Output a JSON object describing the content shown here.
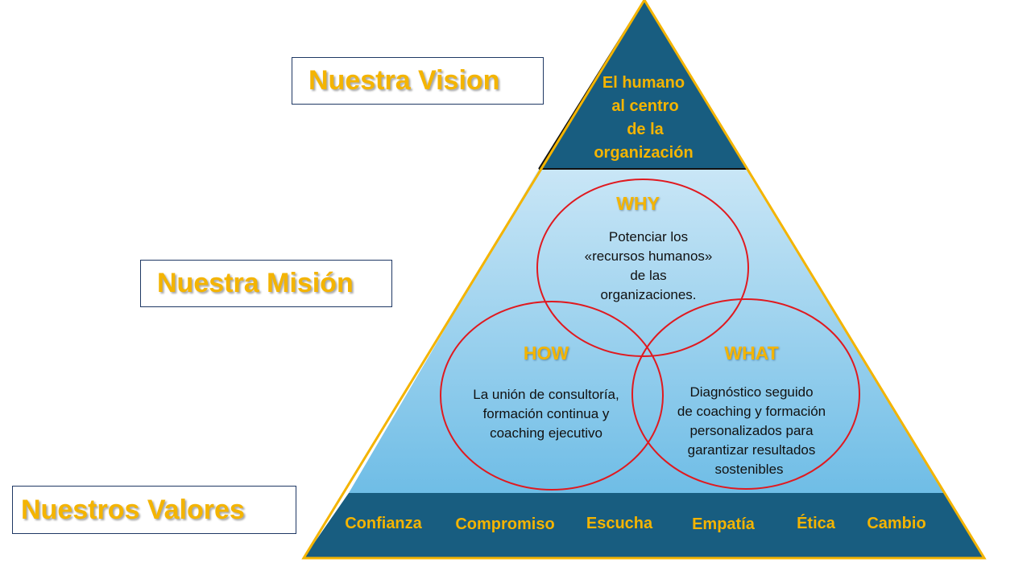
{
  "labels": {
    "vision": "Nuestra Vision",
    "mission": "Nuestra Misión",
    "values": "Nuestros Valores"
  },
  "vision": {
    "lines": [
      "El humano",
      "al centro",
      "de la",
      "organización"
    ]
  },
  "mission": {
    "why": {
      "title": "WHY",
      "lines": [
        "Potenciar los",
        "«recursos humanos»",
        "de las",
        "organizaciones."
      ]
    },
    "how": {
      "title": "HOW",
      "lines": [
        "La unión de consultoría,",
        "formación continua y",
        "coaching ejecutivo"
      ]
    },
    "what": {
      "title": "WHAT",
      "lines": [
        "Diagnóstico seguido",
        "de coaching y formación",
        "personalizados para",
        "garantizar resultados",
        "sostenibles"
      ]
    }
  },
  "values": {
    "items": [
      "Confianza",
      "Compromiso",
      "Escucha",
      "Empatía",
      "Ética",
      "Cambio"
    ]
  },
  "colors": {
    "accent": "#f4b400",
    "dark_blue": "#185d80",
    "circle": "#e0191f",
    "light_blue_top": "#c9e6f6",
    "light_blue_bottom": "#6fbde6"
  }
}
